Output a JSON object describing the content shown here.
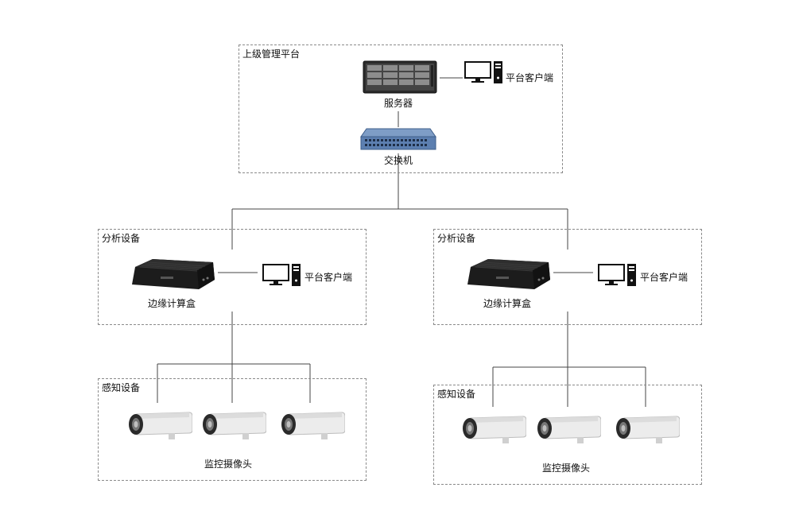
{
  "platform": {
    "title": "上级管理平台",
    "server_label": "服务器",
    "switch_label": "交换机",
    "client_label": "平台客户端"
  },
  "analysis": [
    {
      "title": "分析设备",
      "device_label": "边缘计算盒",
      "client_label": "平台客户端"
    },
    {
      "title": "分析设备",
      "device_label": "边缘计算盒",
      "client_label": "平台客户端"
    }
  ],
  "sensing": [
    {
      "title": "感知设备",
      "camera_label": "监控摄像头"
    },
    {
      "title": "感知设备",
      "camera_label": "监控摄像头"
    }
  ],
  "icons": {
    "server": "server-icon",
    "switch": "network-switch-icon",
    "computer": "desktop-computer-icon",
    "edge_box": "edge-computing-box-icon",
    "camera": "bullet-camera-icon"
  },
  "colors": {
    "line": "#444444",
    "border_dash": "#8a8a8a",
    "device_dark": "#1a1a1a",
    "switch_blue": "#5c7fb0",
    "camera_body": "#e9e9e9"
  }
}
